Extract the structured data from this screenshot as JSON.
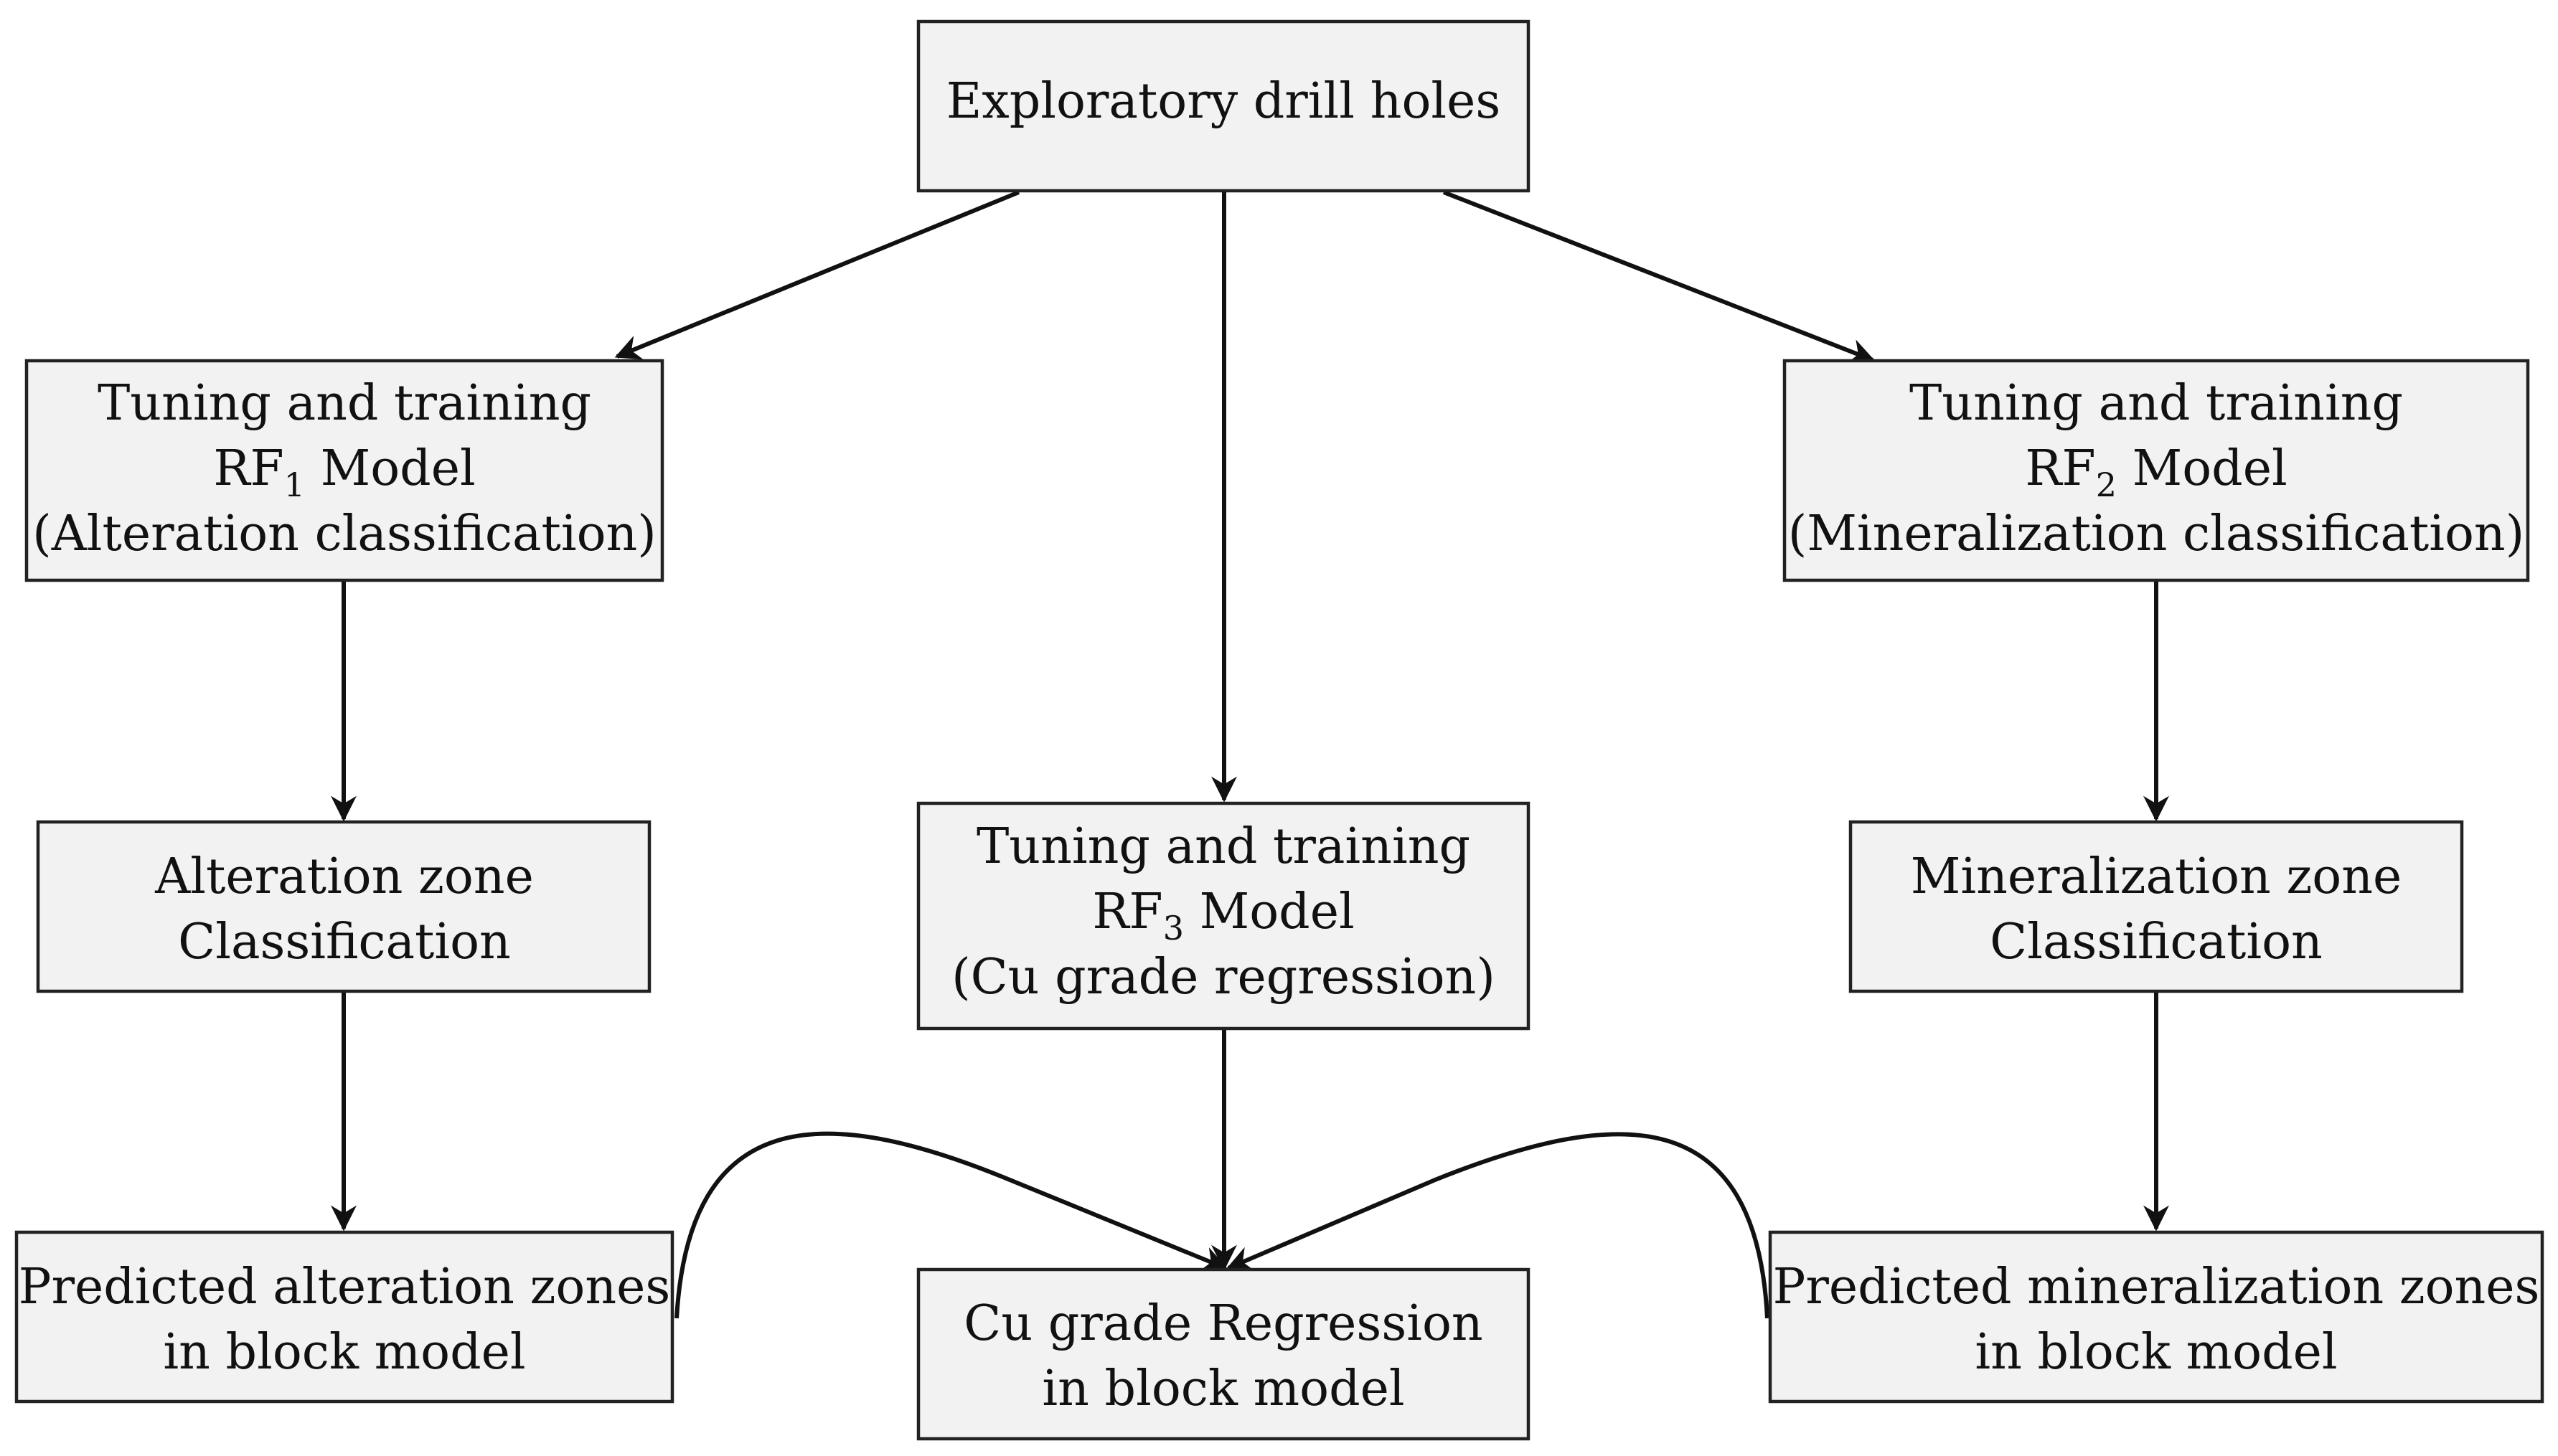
{
  "nodes": {
    "drill_holes": {
      "line1": "Exploratory drill holes"
    },
    "rf1": {
      "line1": "Tuning and training",
      "line2_pre": "RF",
      "line2_sub": "1",
      "line2_post": " Model",
      "line3": "(Alteration classification)"
    },
    "rf2": {
      "line1": "Tuning and training",
      "line2_pre": "RF",
      "line2_sub": "2",
      "line2_post": " Model",
      "line3": "(Mineralization classification)"
    },
    "rf3": {
      "line1": "Tuning and training",
      "line2_pre": "RF",
      "line2_sub": "3",
      "line2_post": " Model",
      "line3": "(Cu grade regression)"
    },
    "alteration_zone": {
      "line1": "Alteration zone",
      "line2": "Classification"
    },
    "mineralization_zone": {
      "line1": "Mineralization zone",
      "line2": "Classification"
    },
    "predicted_alteration": {
      "line1": "Predicted alteration zones",
      "line2": "in block model"
    },
    "cu_regression": {
      "line1": "Cu grade Regression",
      "line2": "in block model"
    },
    "predicted_mineralization": {
      "line1": "Predicted mineralization zones",
      "line2": "in block model"
    }
  },
  "colors": {
    "box_fill": "#f2f2f2",
    "stroke": "#222222"
  }
}
